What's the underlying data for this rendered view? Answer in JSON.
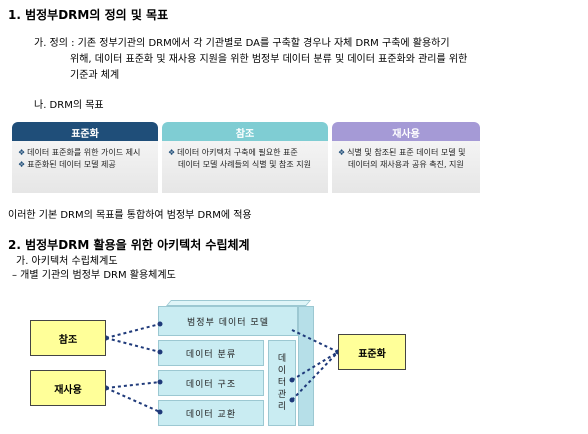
{
  "section1": {
    "title": "1. 범정부DRM의 정의 및 목표",
    "definition_lines": [
      "가. 정의 : 기존 정부기관의 DRM에서 각 기관별로 DA를 구축할 경우나 자체 DRM 구축에 활용하기",
      "위해, 데이터 표준화 및 재사용 지원을 위한 범정부 데이터 분류 및 데이터 표준화와 관리를 위한",
      "기준과 체계"
    ],
    "goals_heading": "나.  DRM의 목표",
    "goals": [
      {
        "label": "표준화",
        "lines": [
          "데이터 표준화를 위한 가이드 제시",
          "표준화된 데이터 모델 제공"
        ]
      },
      {
        "label": "참조",
        "lines": [
          "데이터 아키텍처 구축에 필요한 표준",
          "데이터 모델 사례들의 식별 및 참조 지원"
        ]
      },
      {
        "label": "재사용",
        "lines": [
          "식별 및 참조된 표준 데이터 모델 및",
          "데이터의 재사용과 공유 촉진, 지원"
        ]
      }
    ],
    "summary": "이러한 기본 DRM의 목표를 통합하여 범정부 DRM에 적용",
    "bullet_char": "❖",
    "colors": {
      "standard": "#1f4e79",
      "reference": "#7fcdd3",
      "reuse": "#a59ad6"
    }
  },
  "section2": {
    "title": "2. 범정부DRM 활용을 위한 아키텍처 수립체계",
    "sub1": "가. 아키텍처 수립체계도",
    "sub2": "– 개별 기관의 범정부 DRM 활용체계도",
    "diagram": {
      "layers": [
        "범정부 데이터 모델",
        "데이터 분류",
        "데이터 구조",
        "데이터 교환"
      ],
      "side_chars": [
        "데",
        "이",
        "터",
        "관",
        "리"
      ],
      "left_nodes": [
        "참조",
        "재사용"
      ],
      "right_node": "표준화"
    }
  }
}
